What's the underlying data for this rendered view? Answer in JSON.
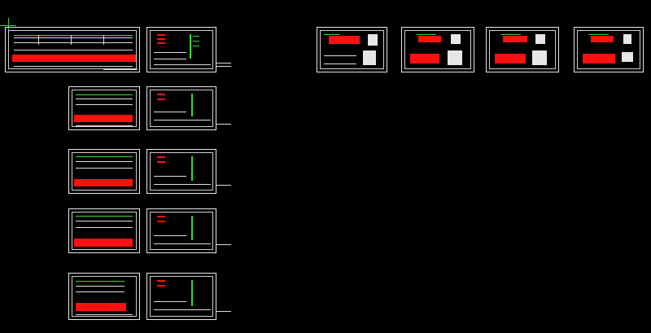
{
  "app": {
    "name": "",
    "viewport": "model-space"
  },
  "colors": {
    "background": "#000000",
    "frame": "#e8e8e8",
    "fill": "#ff1010",
    "annotation": "#2fdc2f"
  },
  "drawing": {
    "cursor": "crosshair-cursor",
    "sheets_count": 14
  }
}
